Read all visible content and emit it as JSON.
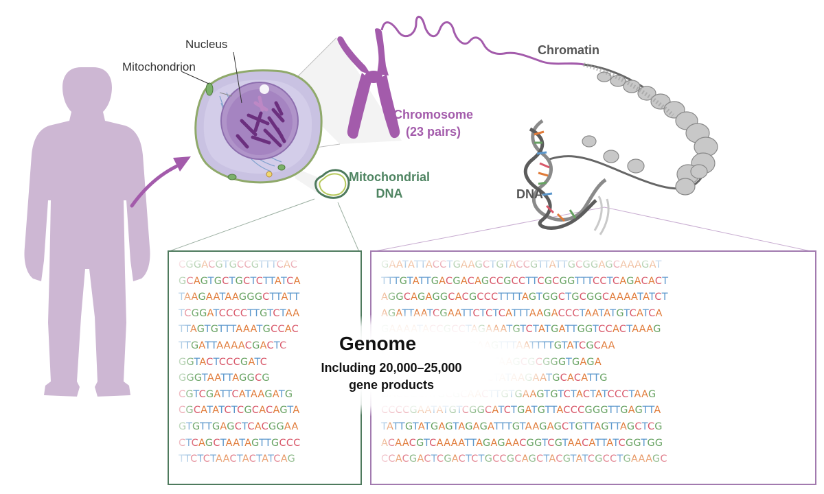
{
  "labels": {
    "nucleus": "Nucleus",
    "mitochondrion": "Mitochondrion",
    "chromosome": "Chromosome",
    "chromosome_pairs": "(23 pairs)",
    "chromatin": "Chromatin",
    "dna": "DNA",
    "mitochondrial": "Mitochondrial",
    "mitochondrial_dna": "DNA"
  },
  "genome": {
    "title": "Genome",
    "subtitle_line1": "Including 20,000–25,000",
    "subtitle_line2": "gene products"
  },
  "sequences": {
    "mitochondrial": [
      "CGGACGTGCCGTTTCAC",
      "GCAGTGCTGCTCTTATCA",
      "TAAGAATAAGGGCTTATT",
      "TCGGATCCCCTTGTCTAA",
      "TTAGTGTTTAAATGCCAC",
      "TTGATTAAAACGACTC",
      "GGTACTCCCGATC",
      "GGGTAATTAGGCG",
      "CGTCGATTCATAAGATG",
      "CGCATATCTCGCACAGTA",
      "GTGTTGAGCTCACGGAA",
      "CTCAGCTAATAGTTGCCC",
      "TTCTCTAACTACTATCAG"
    ],
    "nuclear": [
      "GAATATTACCTGAAGCTGTACCGTTATTGCGGAGCAAAGAT",
      "TTTGTATTGACGACAGCCGCCTTCGCGGTTTCCTCAGACACT",
      "AGGCAGAGGCACGCCCTTTTAGTGGCTGCGGCAAAATATCT",
      "AGATTAATCGAATTCTCTCATTTAAGACCCTAATATGTCATCA",
      "GAAAATACCGCCTAGAAATGTCTATGATTGGTCCACTAAAG",
      "TGATAGGGCATTTGAAGTTTAATTTTGTATCGCAA",
      "AGTGGTACGGATGCAATAAGCGCGGGTGAGA",
      "CGCTAACGGGCGATTCTATAAGAATGCACATTG",
      "GACCGCATGCGCAACTTGTGAAGTGTCTACTATCCCTAAG",
      "CCCCGAATATGTCGGCATCTGATGTTACCCGGGTTGAGTTA",
      "TATTGTATGAGTAGAGATTTGTAAGAGCTGTTAGTTAGCTCG",
      "ACAACGTCAAAATTAGAGAACGGTCGTAACATTATCGGTGG",
      "CCACGACTCGACTCTGCCGCAGCTACGTATCGCCTGAAAGC"
    ]
  },
  "colors": {
    "person": "#cdb7d3",
    "chromosome": "#a35bab",
    "mitochondrial_box": "#4e7a5d",
    "nuclear_box": "#a27aaf",
    "A": "#e07a38",
    "C": "#d8586a",
    "G": "#67a262",
    "T": "#5b97cc"
  }
}
